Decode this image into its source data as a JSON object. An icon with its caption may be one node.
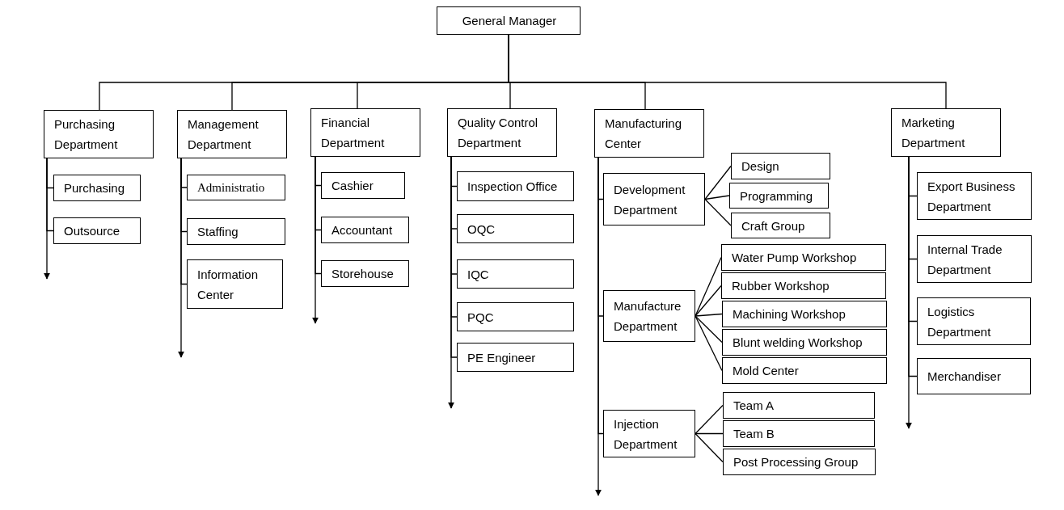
{
  "diagram": {
    "nodes": [
      {
        "text": [
          "General Manager"
        ]
      },
      {
        "text": [
          "Purchasing Department"
        ]
      },
      {
        "text": [
          "Purchasing"
        ]
      },
      {
        "text": [
          "Outsource"
        ]
      },
      {
        "text": [
          "Management Department"
        ]
      },
      {
        "text": [
          "Administratio"
        ]
      },
      {
        "text": [
          "Staffing"
        ]
      },
      {
        "text": [
          "Information Center"
        ]
      },
      {
        "text": [
          "Financial Department"
        ]
      },
      {
        "text": [
          "Cashier"
        ]
      },
      {
        "text": [
          "Accountant"
        ]
      },
      {
        "text": [
          "Storehouse"
        ]
      },
      {
        "text": [
          "Quality Control Department"
        ]
      },
      {
        "text": [
          "Inspection Office"
        ]
      },
      {
        "text": [
          "OQC"
        ]
      },
      {
        "text": [
          "IQC"
        ]
      },
      {
        "text": [
          "PQC"
        ]
      },
      {
        "text": [
          "PE Engineer"
        ]
      },
      {
        "text": [
          "Manufacturing Center"
        ]
      },
      {
        "text": [
          "Development Department"
        ]
      },
      {
        "text": [
          "Design"
        ]
      },
      {
        "text": [
          "Programming"
        ]
      },
      {
        "text": [
          "Craft Group"
        ]
      },
      {
        "text": [
          "Manufacture Department"
        ]
      },
      {
        "text": [
          "Water Pump Workshop"
        ]
      },
      {
        "text": [
          "Rubber Workshop"
        ]
      },
      {
        "text": [
          "Machining Workshop"
        ]
      },
      {
        "text": [
          "Blunt welding Workshop"
        ]
      },
      {
        "text": [
          "Mold Center"
        ]
      },
      {
        "text": [
          "Injection Department"
        ]
      },
      {
        "text": [
          "Team A"
        ]
      },
      {
        "text": [
          "Team B"
        ]
      },
      {
        "text": [
          "Post Processing Group"
        ]
      },
      {
        "text": [
          "Marketing Department"
        ]
      },
      {
        "text": [
          "Export Business Department"
        ]
      },
      {
        "text": [
          "Internal Trade Department"
        ]
      },
      {
        "text": [
          "Logistics Department"
        ]
      },
      {
        "text": [
          "Merchandiser"
        ]
      }
    ],
    "edges": [
      {
        "from": 0,
        "to": 1,
        "arrow": "none"
      },
      {
        "from": 0,
        "to": 4,
        "arrow": "none"
      },
      {
        "from": 0,
        "to": 8,
        "arrow": "none"
      },
      {
        "from": 0,
        "to": 12,
        "arrow": "none"
      },
      {
        "from": 0,
        "to": 18,
        "arrow": "none"
      },
      {
        "from": 0,
        "to": 33,
        "arrow": "none"
      },
      {
        "from": 1,
        "to": 2,
        "arrow": "none"
      },
      {
        "from": 1,
        "to": 3,
        "arrow": "none"
      },
      {
        "from": 1,
        "to": null,
        "arrow": "to"
      },
      {
        "from": 4,
        "to": 5,
        "arrow": "none"
      },
      {
        "from": 4,
        "to": 6,
        "arrow": "none"
      },
      {
        "from": 4,
        "to": 7,
        "arrow": "none"
      },
      {
        "from": 4,
        "to": null,
        "arrow": "to"
      },
      {
        "from": 8,
        "to": 9,
        "arrow": "none"
      },
      {
        "from": 8,
        "to": 10,
        "arrow": "none"
      },
      {
        "from": 8,
        "to": 11,
        "arrow": "none"
      },
      {
        "from": 8,
        "to": null,
        "arrow": "to"
      },
      {
        "from": 12,
        "to": 13,
        "arrow": "none"
      },
      {
        "from": 12,
        "to": 14,
        "arrow": "none"
      },
      {
        "from": 12,
        "to": 15,
        "arrow": "none"
      },
      {
        "from": 12,
        "to": 16,
        "arrow": "none"
      },
      {
        "from": 12,
        "to": 17,
        "arrow": "none"
      },
      {
        "from": 12,
        "to": null,
        "arrow": "to"
      },
      {
        "from": 18,
        "to": 19,
        "arrow": "none"
      },
      {
        "from": 18,
        "to": 23,
        "arrow": "none"
      },
      {
        "from": 18,
        "to": 29,
        "arrow": "none"
      },
      {
        "from": 18,
        "to": null,
        "arrow": "to"
      },
      {
        "from": 19,
        "to": 20,
        "arrow": "none"
      },
      {
        "from": 19,
        "to": 21,
        "arrow": "none"
      },
      {
        "from": 19,
        "to": 22,
        "arrow": "none"
      },
      {
        "from": 23,
        "to": 24,
        "arrow": "none"
      },
      {
        "from": 23,
        "to": 25,
        "arrow": "none"
      },
      {
        "from": 23,
        "to": 26,
        "arrow": "none"
      },
      {
        "from": 23,
        "to": 27,
        "arrow": "none"
      },
      {
        "from": 23,
        "to": 28,
        "arrow": "none"
      },
      {
        "from": 29,
        "to": 30,
        "arrow": "none"
      },
      {
        "from": 29,
        "to": 31,
        "arrow": "none"
      },
      {
        "from": 29,
        "to": 32,
        "arrow": "none"
      },
      {
        "from": 33,
        "to": 34,
        "arrow": "none"
      },
      {
        "from": 33,
        "to": 35,
        "arrow": "none"
      },
      {
        "from": 33,
        "to": 36,
        "arrow": "none"
      },
      {
        "from": 33,
        "to": 37,
        "arrow": "none"
      },
      {
        "from": 33,
        "to": null,
        "arrow": "to"
      }
    ]
  }
}
